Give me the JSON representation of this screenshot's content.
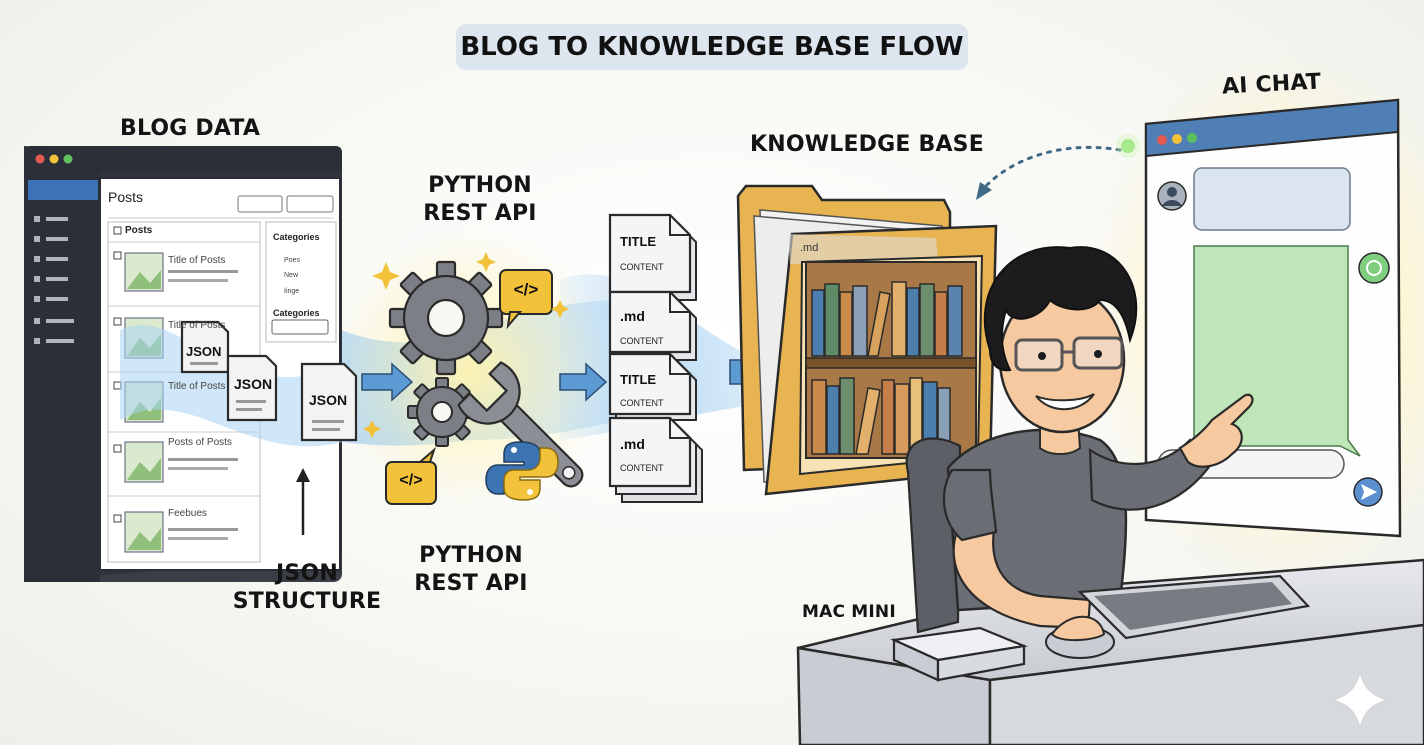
{
  "title": "BLOG TO KNOWLEDGE BASE FLOW",
  "labels": {
    "blog_data": "BLOG DATA",
    "python_rest_api_top": "PYTHON\nREST API",
    "python_rest_api_bottom": "PYTHON\nREST API",
    "knowledge_base": "KNOWLEDGE BASE",
    "ai_chat": "AI CHAT",
    "json_structure": "JSON\nSTRUCTURE",
    "mac_mini": "MAC MINI"
  },
  "blog_window": {
    "header": "Posts",
    "list_header": "Posts",
    "posts": [
      "Title of Posts",
      "Title of Posts",
      "Title of Posts",
      "Posts of Posts",
      "Feebues"
    ],
    "categories_title": "Categories",
    "categories": [
      "Poes",
      "New",
      "Iinge"
    ],
    "categories_select_label": "Categories"
  },
  "json_files": [
    "JSON",
    "JSON",
    "JSON"
  ],
  "docs": [
    {
      "title": "TITLE",
      "content": "CONTENT"
    },
    {
      "title": ".md",
      "content": "CONTENT"
    },
    {
      "title": "TITLE",
      "content": "CONTENT"
    },
    {
      "title": ".md",
      "content": "CONTENT"
    }
  ],
  "folder_tab": ".md",
  "code_icon": "</>",
  "icons": [
    "gear-icon",
    "wrench-icon",
    "python-logo-icon",
    "code-icon",
    "folder-icon",
    "bookshelf-icon",
    "send-icon",
    "avatar-icon",
    "sparkle-icon"
  ],
  "colors": {
    "sidebar": "#2b3038",
    "chat_header": "#4f7fb5",
    "chat_bubble_user": "#dbe5f1",
    "chat_bubble_ai": "#bfe6b8",
    "folder": "#e8b451",
    "stream": "#8ec0ea",
    "accent_yellow": "#f2c23a"
  }
}
